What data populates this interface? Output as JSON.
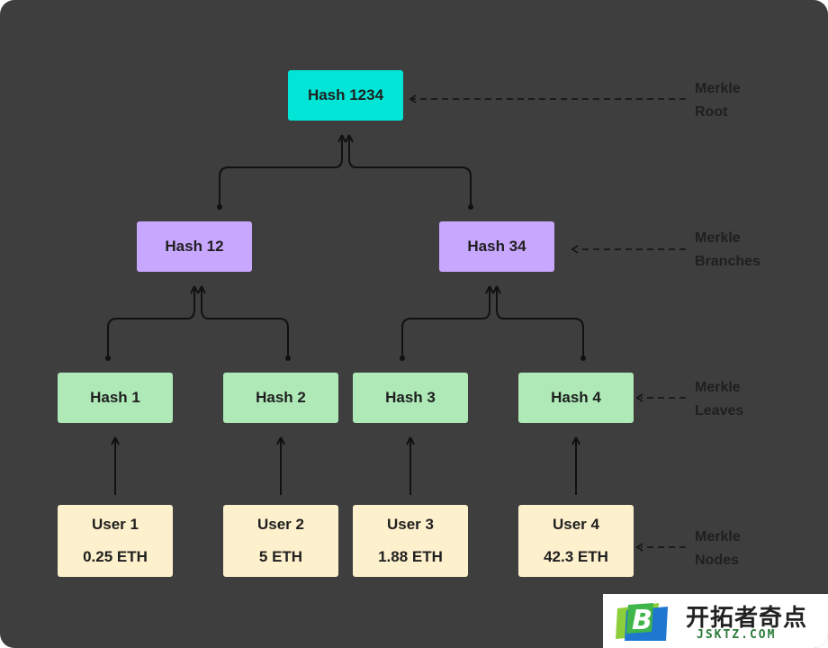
{
  "root": {
    "label": "Hash 1234"
  },
  "branches": [
    {
      "label": "Hash 12"
    },
    {
      "label": "Hash 34"
    }
  ],
  "leaves": [
    {
      "label": "Hash 1"
    },
    {
      "label": "Hash 2"
    },
    {
      "label": "Hash 3"
    },
    {
      "label": "Hash 4"
    }
  ],
  "users": [
    {
      "name": "User 1",
      "amount": "0.25 ETH"
    },
    {
      "name": "User 2",
      "amount": "5 ETH"
    },
    {
      "name": "User 3",
      "amount": "1.88 ETH"
    },
    {
      "name": "User 4",
      "amount": "42.3 ETH"
    }
  ],
  "side_labels": [
    {
      "line1": "Merkle",
      "line2": "Root"
    },
    {
      "line1": "Merkle",
      "line2": "Branches"
    },
    {
      "line1": "Merkle",
      "line2": "Leaves"
    },
    {
      "line1": "Merkle",
      "line2": "Nodes"
    }
  ],
  "colors": {
    "background": "#3e3e3e",
    "root": "#00e5d6",
    "branch": "#c8a7ff",
    "leaf": "#aee9b7",
    "user": "#fdf0cc",
    "connector": "#111111"
  },
  "watermark": {
    "title": "开拓者奇点",
    "url": "JSKTZ.COM",
    "mark_letter": "B"
  }
}
